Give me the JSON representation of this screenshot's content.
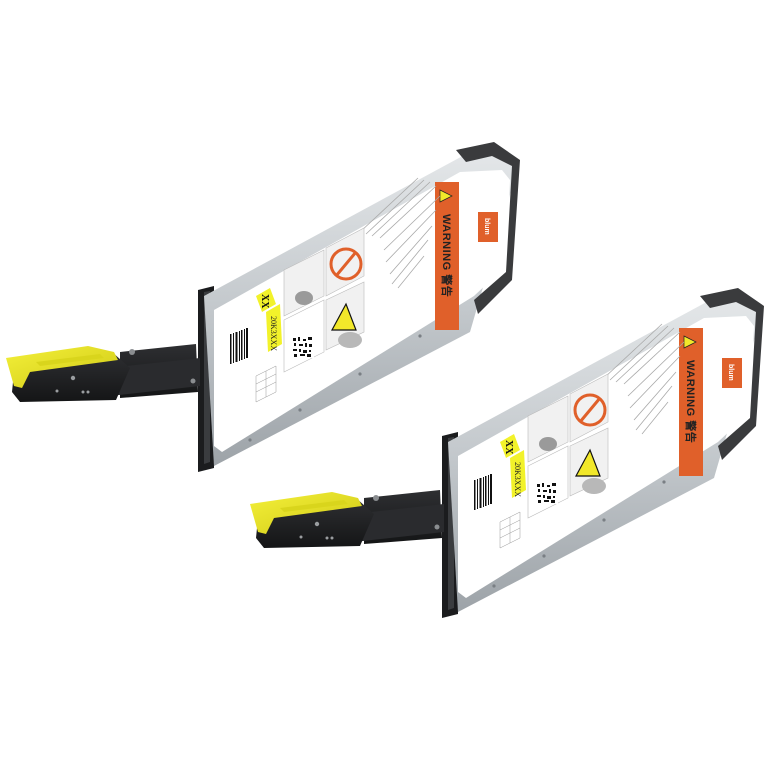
{
  "image": {
    "description": "Product render of two Blum lift mechanisms (lift-system arm units) with safety warning labels, shown in isometric view on white background",
    "background": "#ffffff"
  },
  "units": [
    {
      "id": "upper",
      "label": {
        "warning_title": "WARNING 警告",
        "brand": "blum",
        "model_mark": "XX",
        "code": "20K3XXX"
      }
    },
    {
      "id": "lower",
      "label": {
        "warning_title": "WARNING 警告",
        "brand": "blum",
        "model_mark": "XX",
        "code": "20K3XXX"
      }
    }
  ],
  "colors": {
    "housing_silver": "#c9cdd0",
    "housing_edge": "#8f9499",
    "end_cap": "#3a3b3d",
    "label_white": "#ffffff",
    "warning_orange": "#e0602a",
    "brand_orange": "#e0602a",
    "highlight_yellow": "#f2f22a",
    "arm_black": "#1e1f21",
    "lever_yellow": "#e6e21f"
  }
}
